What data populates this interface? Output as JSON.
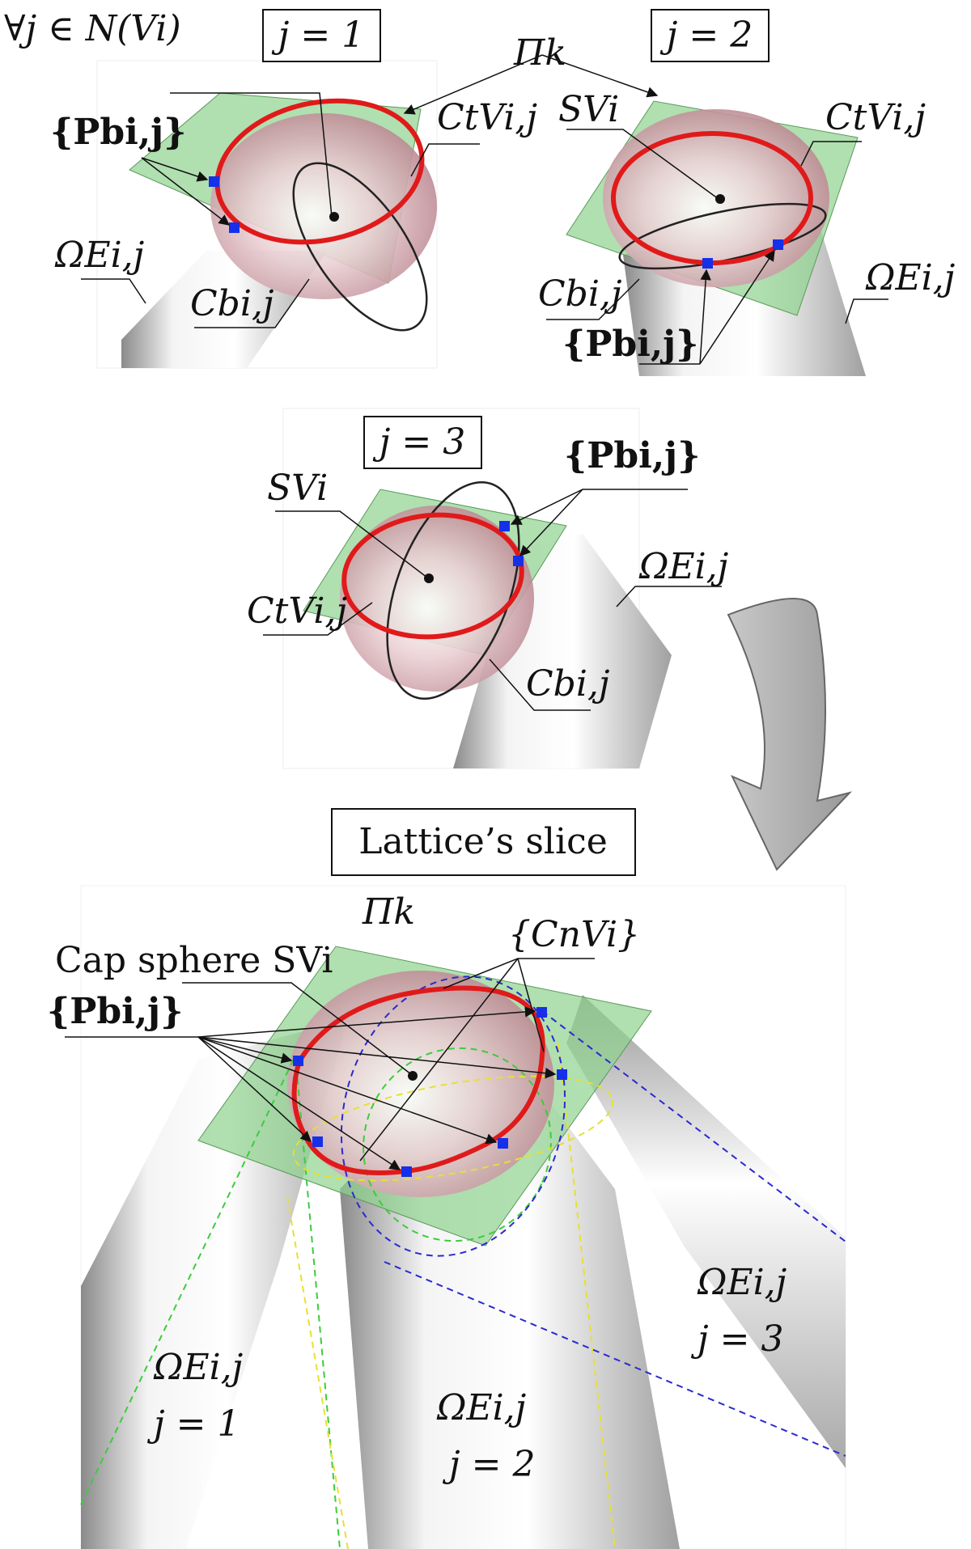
{
  "quantifier": "∀j ∈ N(Vi)",
  "plane_label": "Πk",
  "plane_label_k": "Πk",
  "panel1": {
    "box": "j = 1",
    "points": "{Pbi,j}",
    "top_curve": "CtVi,j",
    "bottom_curve": "Cbi,j",
    "beam": "ΩEi,j"
  },
  "panel2": {
    "box": "j = 2",
    "sphere": "SVi",
    "top_curve": "CtVi,j",
    "bottom_curve": "Cbi,j",
    "beam": "ΩEi,j",
    "points": "{Pbi,j}"
  },
  "panel3": {
    "box": "j = 3",
    "sphere": "SVi",
    "points": "{Pbi,j}",
    "beam": "ΩEi,j",
    "top_curve": "CtVi,j",
    "bottom_curve": "Cbi,j"
  },
  "slice": {
    "box": "Lattice’s slice",
    "cap_sphere": "Cap sphere SVi",
    "curves": "{CnVi}",
    "points": "{Pbi,j}",
    "beam1": "ΩEi,j",
    "beam1_j": "j = 1",
    "beam2": "ΩEi,j",
    "beam2_j": "j = 2",
    "beam3": "ΩEi,j",
    "beam3_j": "j = 3"
  },
  "colors": {
    "plane_fill": "#8fd18f",
    "sphere_fill": "#d9a9b0",
    "cap_curve": "#e01a1a",
    "point_marker": "#1530e8",
    "dashed_j1": "#3ccc3c",
    "dashed_j2": "#e8e030",
    "dashed_j3": "#2a2ad0",
    "arrow_fill": "#b4b4b4"
  }
}
